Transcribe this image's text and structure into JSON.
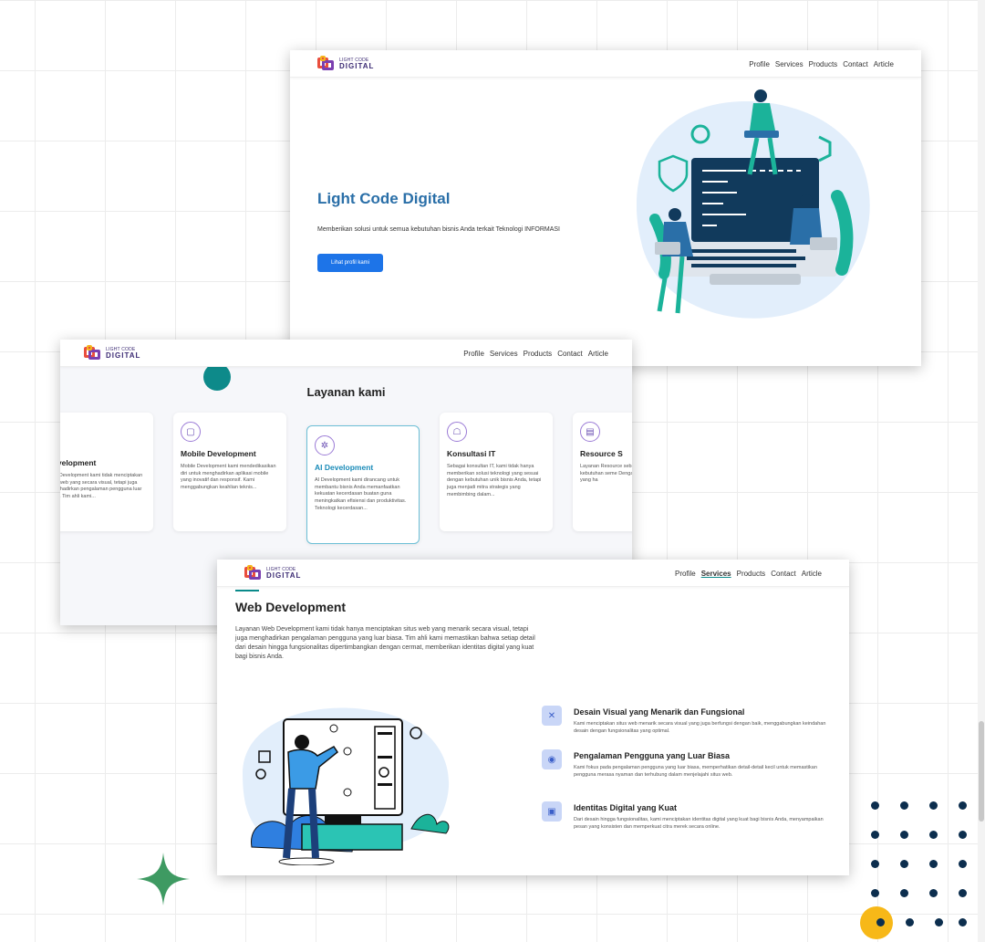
{
  "brand": {
    "logo_top": "LIGHT CODE",
    "logo_bottom": "DIGITAL",
    "colors": {
      "accent": "#1d74e8",
      "teal": "#0a8a8a",
      "title_blue": "#2a6fa8"
    }
  },
  "nav": {
    "items": [
      "Profile",
      "Services",
      "Products",
      "Contact",
      "Article"
    ]
  },
  "hero": {
    "title": "Light Code Digital",
    "subtitle": "Memberikan solusi untuk semua kebutuhan bisnis Anda terkait Teknologi INFORMASI",
    "button": "Lihat profil kami"
  },
  "services": {
    "heading": "Layanan kami",
    "cards": [
      {
        "title": "Development",
        "desc": "Web Development kami tidak menciptakan situs web yang secara visual, tetapi juga menghadirkan pengalaman pengguna luar biasa. Tim ahli kami...",
        "icon": "web-icon"
      },
      {
        "title": "Mobile Development",
        "desc": "Mobile Development kami mendedikasikan diri untuk menghadirkan aplikasi mobile yang inovatif dan responsif. Kami menggabungkan keahlian teknis...",
        "icon": "mobile-icon"
      },
      {
        "title": "AI Development",
        "desc": "AI Development kami dirancang untuk membantu bisnis Anda memanfaatkan kekuatan kecerdasan buatan guna meningkatkan efisiensi dan produktivitas. Teknologi kecerdasan...",
        "icon": "ai-icon"
      },
      {
        "title": "Konsultasi IT",
        "desc": "Sebagai konsultan IT, kami tidak hanya memberikan solusi teknologi yang sesuai dengan kebutuhan unik bisnis Anda, tetapi juga menjadi mitra strategis yang membimbing dalam...",
        "icon": "consult-icon"
      },
      {
        "title": "Resource S",
        "desc": "Layanan Resource sebagai solusi ef kebutuhan seme Dengan akses ke manusia yang ha",
        "icon": "resource-icon"
      }
    ]
  },
  "webdev": {
    "title": "Web Development",
    "desc": "Layanan Web Development kami tidak hanya menciptakan situs web yang menarik secara visual, tetapi juga menghadirkan pengalaman pengguna yang luar biasa. Tim ahli kami memastikan bahwa setiap detail dari desain hingga fungsionalitas dipertimbangkan dengan cermat, memberikan identitas digital yang kuat bagi bisnis Anda.",
    "features": [
      {
        "title": "Desain Visual yang Menarik dan Fungsional",
        "desc": "Kami menciptakan situs web menarik secara visual yang juga berfungsi dengan baik, menggabungkan keindahan desain dengan fungsionalitas yang optimal.",
        "icon": "design-icon"
      },
      {
        "title": "Pengalaman Pengguna yang Luar Biasa",
        "desc": "Kami fokus pada pengalaman pengguna yang luar biasa, memperhatikan detail-detail kecil untuk memastikan pengguna merasa nyaman dan terhubung dalam menjelajahi situs web.",
        "icon": "bulb-icon"
      },
      {
        "title": "Identitas Digital yang Kuat",
        "desc": "Dari desain hingga fungsionalitas, kami menciptakan identitas digital yang kuat bagi bisnis Anda, menyampaikan pesan yang konsisten dan memperkuat citra merek secara online.",
        "icon": "identity-icon"
      }
    ]
  }
}
